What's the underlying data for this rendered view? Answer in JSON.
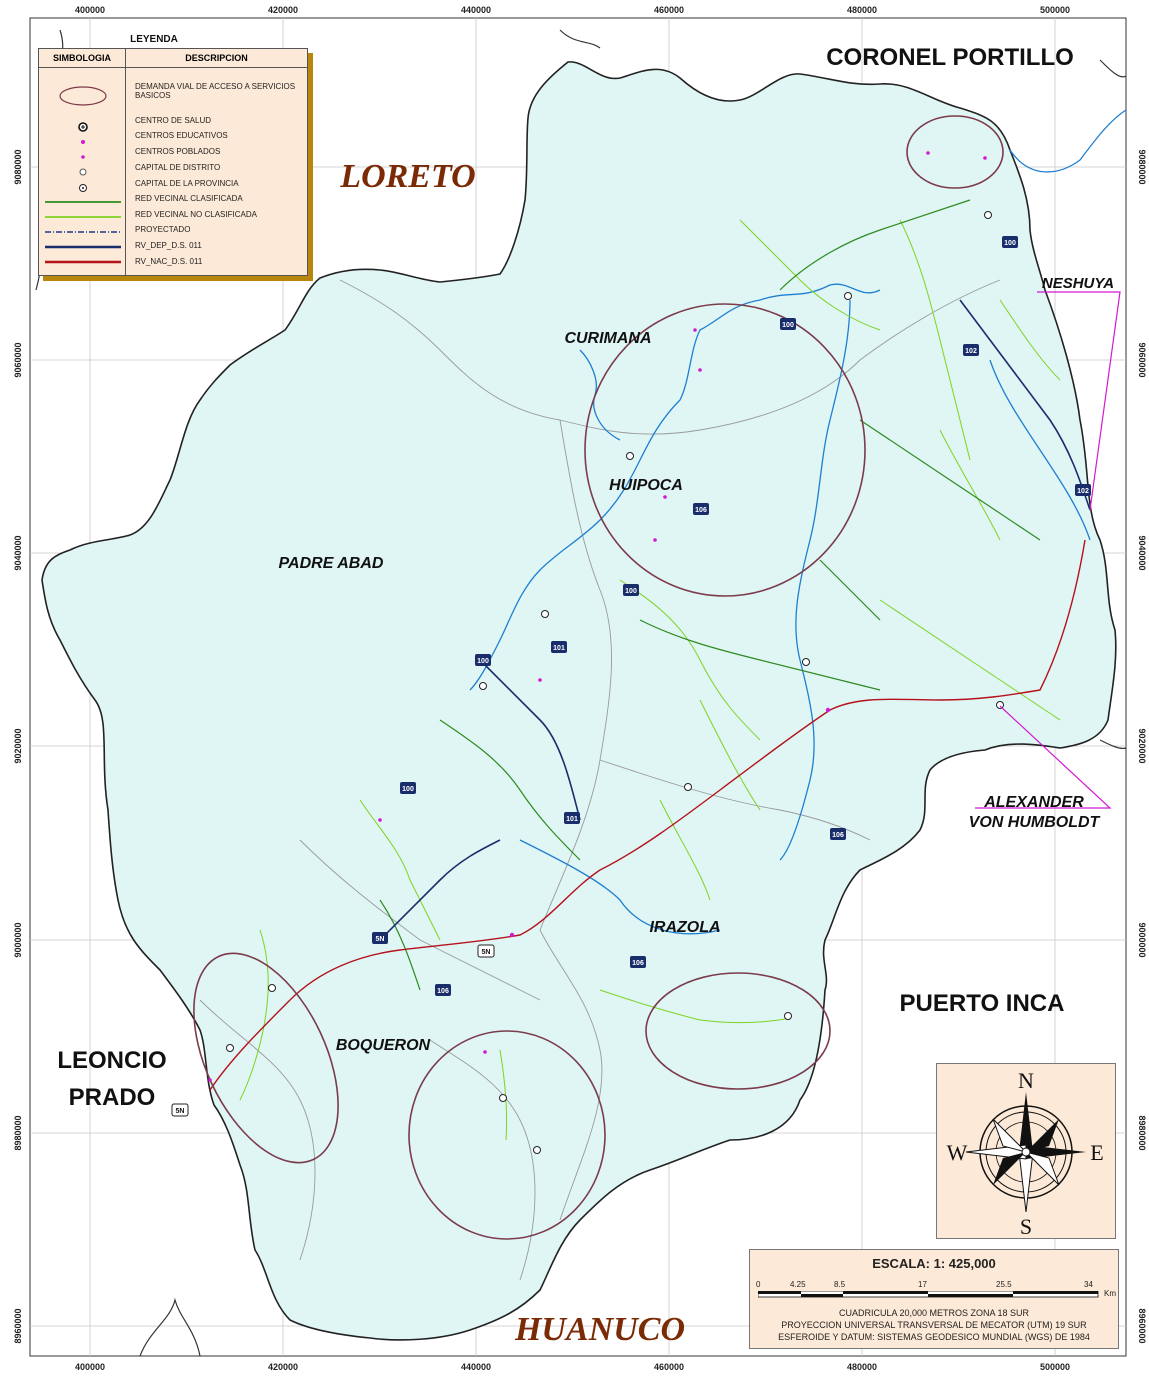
{
  "grid": {
    "x_labels": [
      "400000",
      "420000",
      "440000",
      "460000",
      "480000",
      "500000"
    ],
    "y_labels": [
      "9080000",
      "9060000",
      "9040000",
      "9020000",
      "9000000",
      "8980000",
      "8960000"
    ]
  },
  "legend": {
    "title": "LEYENDA",
    "col_symbol": "SIMBOLOGIA",
    "col_desc": "DESCRIPCION",
    "items": [
      {
        "label": "DEMANDA VIAL DE ACCESO A SERVICIOS BASICOS",
        "symbol": "ellipse"
      },
      {
        "label": "CENTRO DE SALUD",
        "symbol": "health"
      },
      {
        "label": "CENTROS EDUCATIVOS",
        "symbol": "edu"
      },
      {
        "label": "CENTROS POBLADOS",
        "symbol": "pop"
      },
      {
        "label": "CAPITAL DE DISTRITO",
        "symbol": "dcap"
      },
      {
        "label": "CAPITAL DE LA PROVINCIA",
        "symbol": "pcap"
      },
      {
        "label": "RED VECINAL CLASIFICADA",
        "symbol": "line",
        "color": "#2e8b1f"
      },
      {
        "label": "RED VECINAL NO CLASIFICADA",
        "symbol": "line",
        "color": "#7ed321"
      },
      {
        "label": "PROYECTADO",
        "symbol": "dash",
        "color": "#1a3a8a"
      },
      {
        "label": "RV_DEP_D.S. 011",
        "symbol": "line",
        "color": "#1a2d6b"
      },
      {
        "label": "RV_NAC_D.S. 011",
        "symbol": "line",
        "color": "#b5121b"
      }
    ]
  },
  "labels": {
    "coronel_portillo": "CORONEL PORTILLO",
    "loreto": "LORETO",
    "neshuya": "NESHUYA",
    "curimana": "CURIMANA",
    "huipoca": "HUIPOCA",
    "padre_abad": "PADRE ABAD",
    "alexander": "ALEXANDER",
    "von_humboldt": "VON HUMBOLDT",
    "irazola": "IRAZOLA",
    "puerto_inca": "PUERTO INCA",
    "boqueron": "BOQUERON",
    "leoncio": "LEONCIO",
    "prado": "PRADO",
    "huanuco": "HUANUCO"
  },
  "routes": [
    "100",
    "100",
    "100",
    "100",
    "100",
    "101",
    "101",
    "102",
    "102",
    "106",
    "106",
    "106",
    "106",
    "5N",
    "5N",
    "5N"
  ],
  "compass": {
    "n": "N",
    "s": "S",
    "e": "E",
    "w": "W"
  },
  "scale": {
    "title": "ESCALA: 1: 425,000",
    "ticks": [
      "0",
      "4.25",
      "8.5",
      "17",
      "25.5",
      "34"
    ],
    "unit": "Km",
    "line1": "CUADRICULA 20,000 METROS ZONA 18 SUR",
    "line2": "PROYECCION UNIVERSAL TRANSVERSAL DE MECATOR (UTM) 19 SUR",
    "line3": "ESFEROIDE Y DATUM: SISTEMAS GEODESICO MUNDIAL (WGS) DE 1984"
  },
  "colors": {
    "land": "#dff6f5",
    "outline": "#222222",
    "ellipse": "#7b3b4a",
    "river": "#1f7fd1",
    "vecinal": "#2e8b1f",
    "no_clasificada": "#7ed321",
    "dep": "#1a2d6b",
    "nac": "#b5121b",
    "magenta": "#d21ad2"
  }
}
